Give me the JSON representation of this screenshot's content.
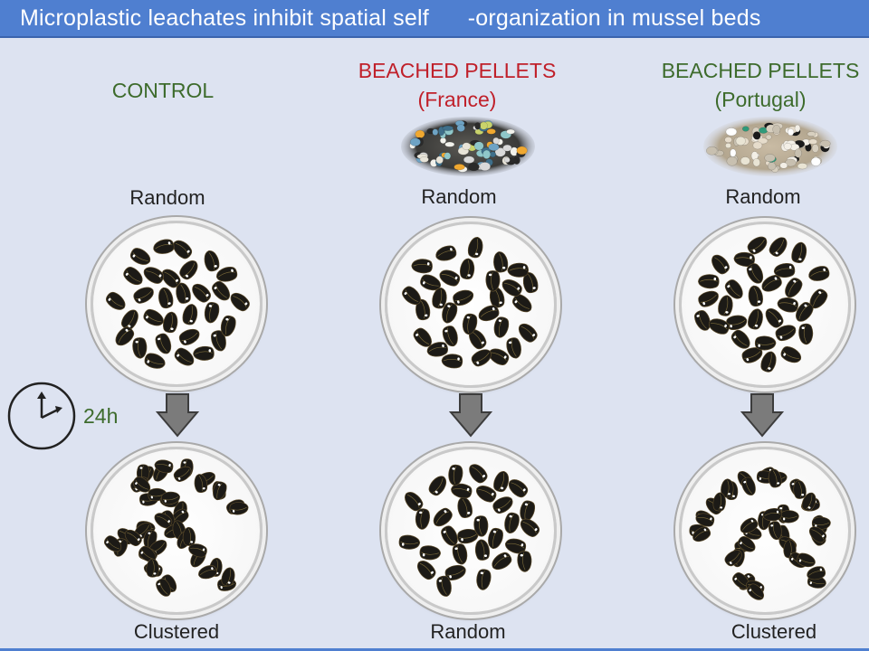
{
  "title": "Microplastic leachates inhibit spatial self      -organization in mussel beds",
  "columns": [
    {
      "heading_line1": "CONTROL",
      "heading_line2": "",
      "before": "Random",
      "after": "Clustered"
    },
    {
      "heading_line1": "BEACHED PELLETS",
      "heading_line2": "(France)",
      "before": "Random",
      "after": "Random"
    },
    {
      "heading_line1": "BEACHED PELLETS",
      "heading_line2": "(Portugal)",
      "before": "Random",
      "after": "Clustered"
    }
  ],
  "time_label": "24h",
  "icons": {
    "clock": "clock-icon",
    "arrow": "down-arrow-icon"
  },
  "colors": {
    "title_bar": "#4f7fd0",
    "background": "#dde3f1",
    "heading_green": "#3d6b2c",
    "heading_red": "#c0202a",
    "mussel": "#1c1a16",
    "arrow": "#7b7b7b"
  }
}
